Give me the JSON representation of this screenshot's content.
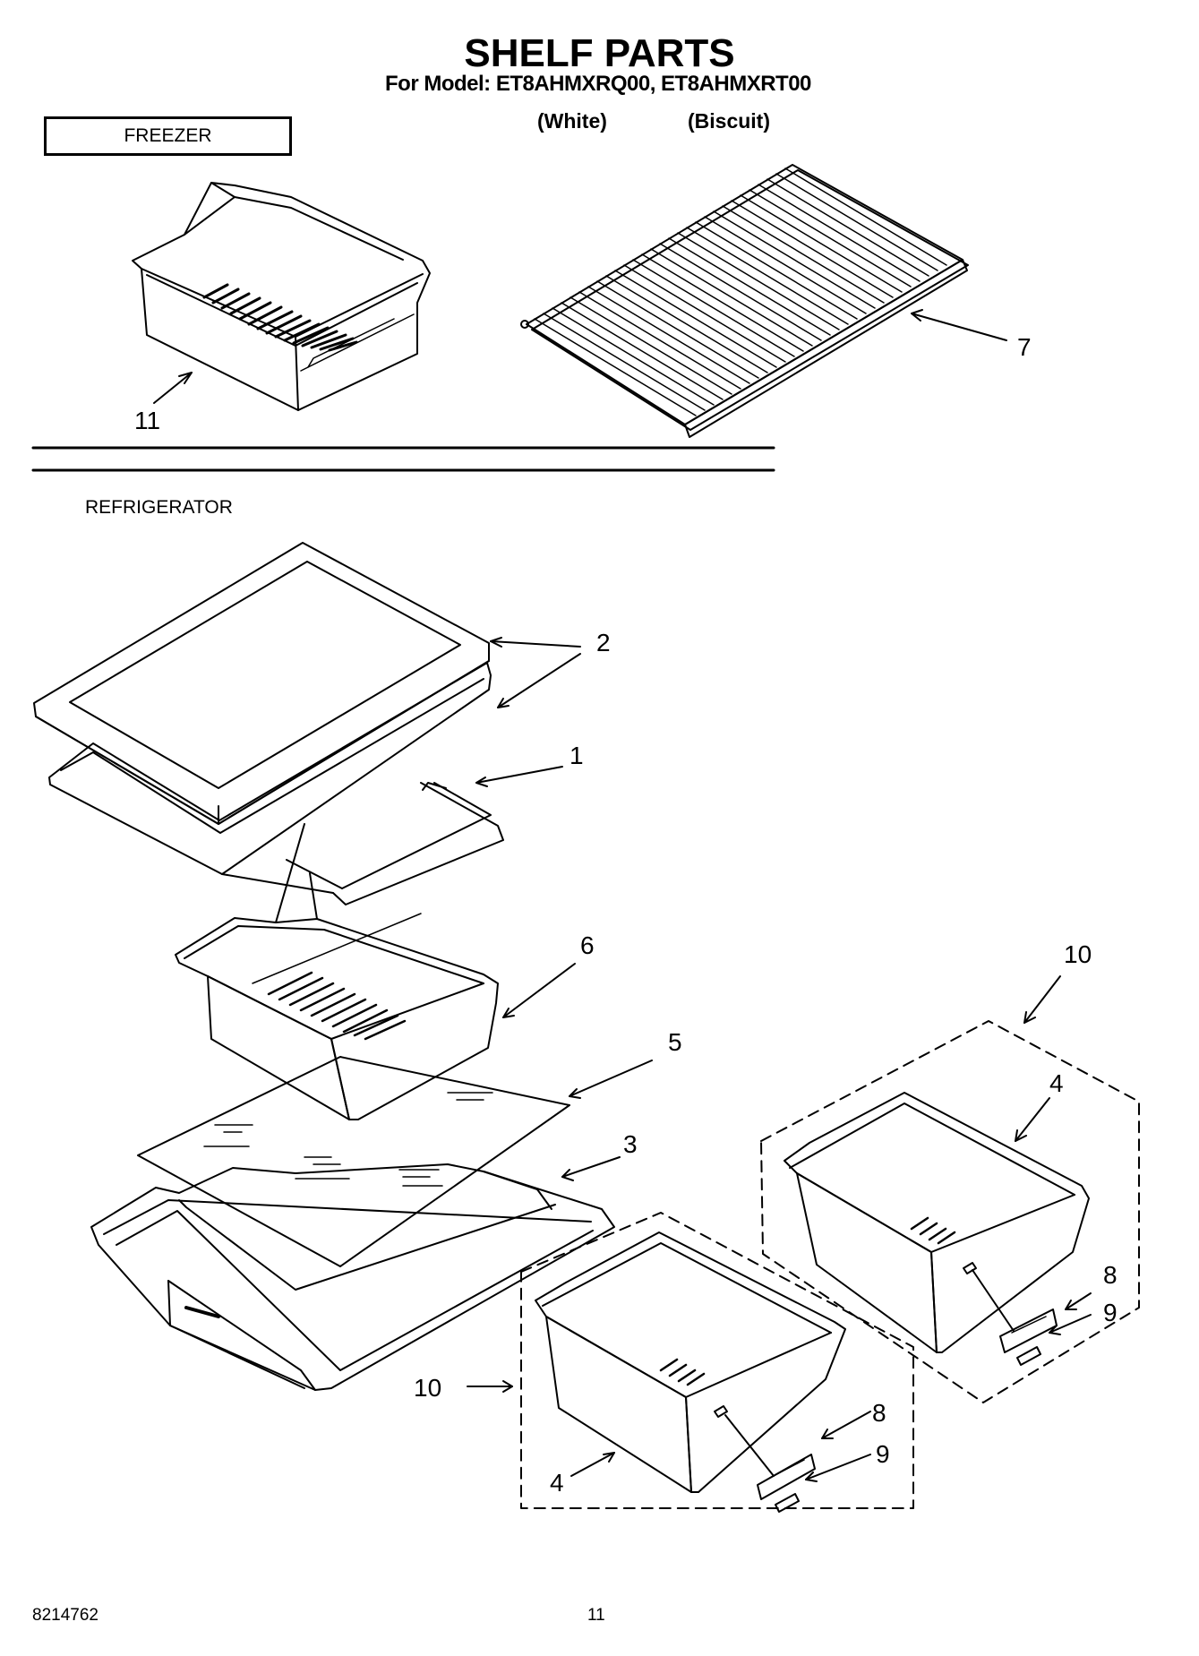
{
  "header": {
    "title": "SHELF PARTS",
    "model_line": "For Model: ET8AHMXRQ00, ET8AHMXRT00",
    "color_white": "(White)",
    "color_biscuit": "(Biscuit)"
  },
  "sections": {
    "freezer": "FREEZER",
    "refrigerator": "REFRIGERATOR"
  },
  "callouts": {
    "c11": "11",
    "c7": "7",
    "c2": "2",
    "c1": "1",
    "c6": "6",
    "c5": "5",
    "c3": "3",
    "c10a": "10",
    "c4a": "4",
    "c8a": "8",
    "c9a": "9",
    "c10b": "10",
    "c8b": "8",
    "c9b": "9",
    "c4b": "4"
  },
  "footer": {
    "doc_number": "8214762",
    "page_number": "11"
  }
}
